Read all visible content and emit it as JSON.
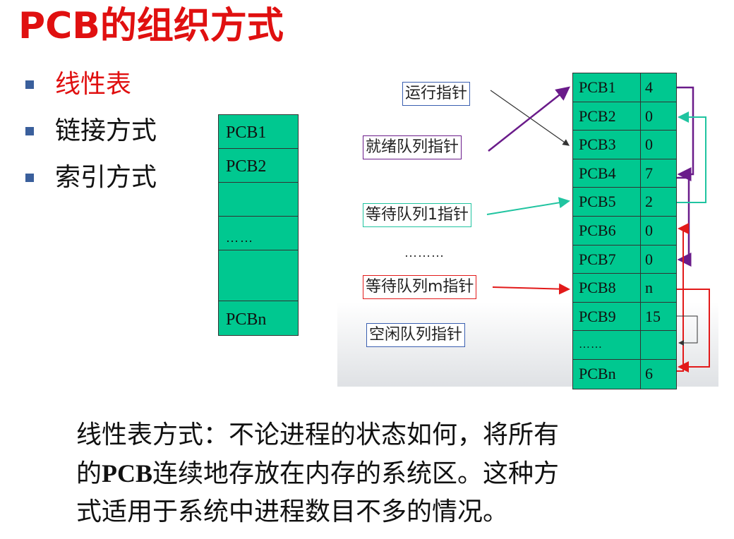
{
  "title": "PCB的组织方式",
  "bullets": [
    {
      "label": "线性表",
      "active": true
    },
    {
      "label": "链接方式",
      "active": false
    },
    {
      "label": "索引方式",
      "active": false
    }
  ],
  "linear_table": {
    "cells": [
      "PCB1",
      "PCB2",
      "",
      "……",
      "",
      "PCBn"
    ]
  },
  "pointers": {
    "running": "运行指针",
    "ready": "就绪队列指针",
    "wait1": "等待队列1指针",
    "ellipsis": "………",
    "waitm": "等待队列m指针",
    "free": "空闲队列指针"
  },
  "linked_table": {
    "rows": [
      {
        "name": "PCB1",
        "link": "4"
      },
      {
        "name": "PCB2",
        "link": "0"
      },
      {
        "name": "PCB3",
        "link": "0"
      },
      {
        "name": "PCB4",
        "link": "7"
      },
      {
        "name": "PCB5",
        "link": "2"
      },
      {
        "name": "PCB6",
        "link": "0"
      },
      {
        "name": "PCB7",
        "link": "0"
      },
      {
        "name": "PCB8",
        "link": "n"
      },
      {
        "name": "PCB9",
        "link": "15"
      },
      {
        "name": "……",
        "link": ""
      },
      {
        "name": "PCBn",
        "link": "6"
      }
    ]
  },
  "colors": {
    "running": "#333333",
    "ready": "#6a1b8a",
    "wait1": "#20c4a0",
    "waitm": "#e21a1a",
    "free": "#555555",
    "cell": "#00c890"
  },
  "paragraph": {
    "line1": "线性表方式：不论进程的状态如何，将所有",
    "line2_a": "的",
    "line2_b": "PCB",
    "line2_c": "连续地存放在内存的系统区。这种方",
    "line3": "式适用于系统中进程数目不多的情况。"
  }
}
